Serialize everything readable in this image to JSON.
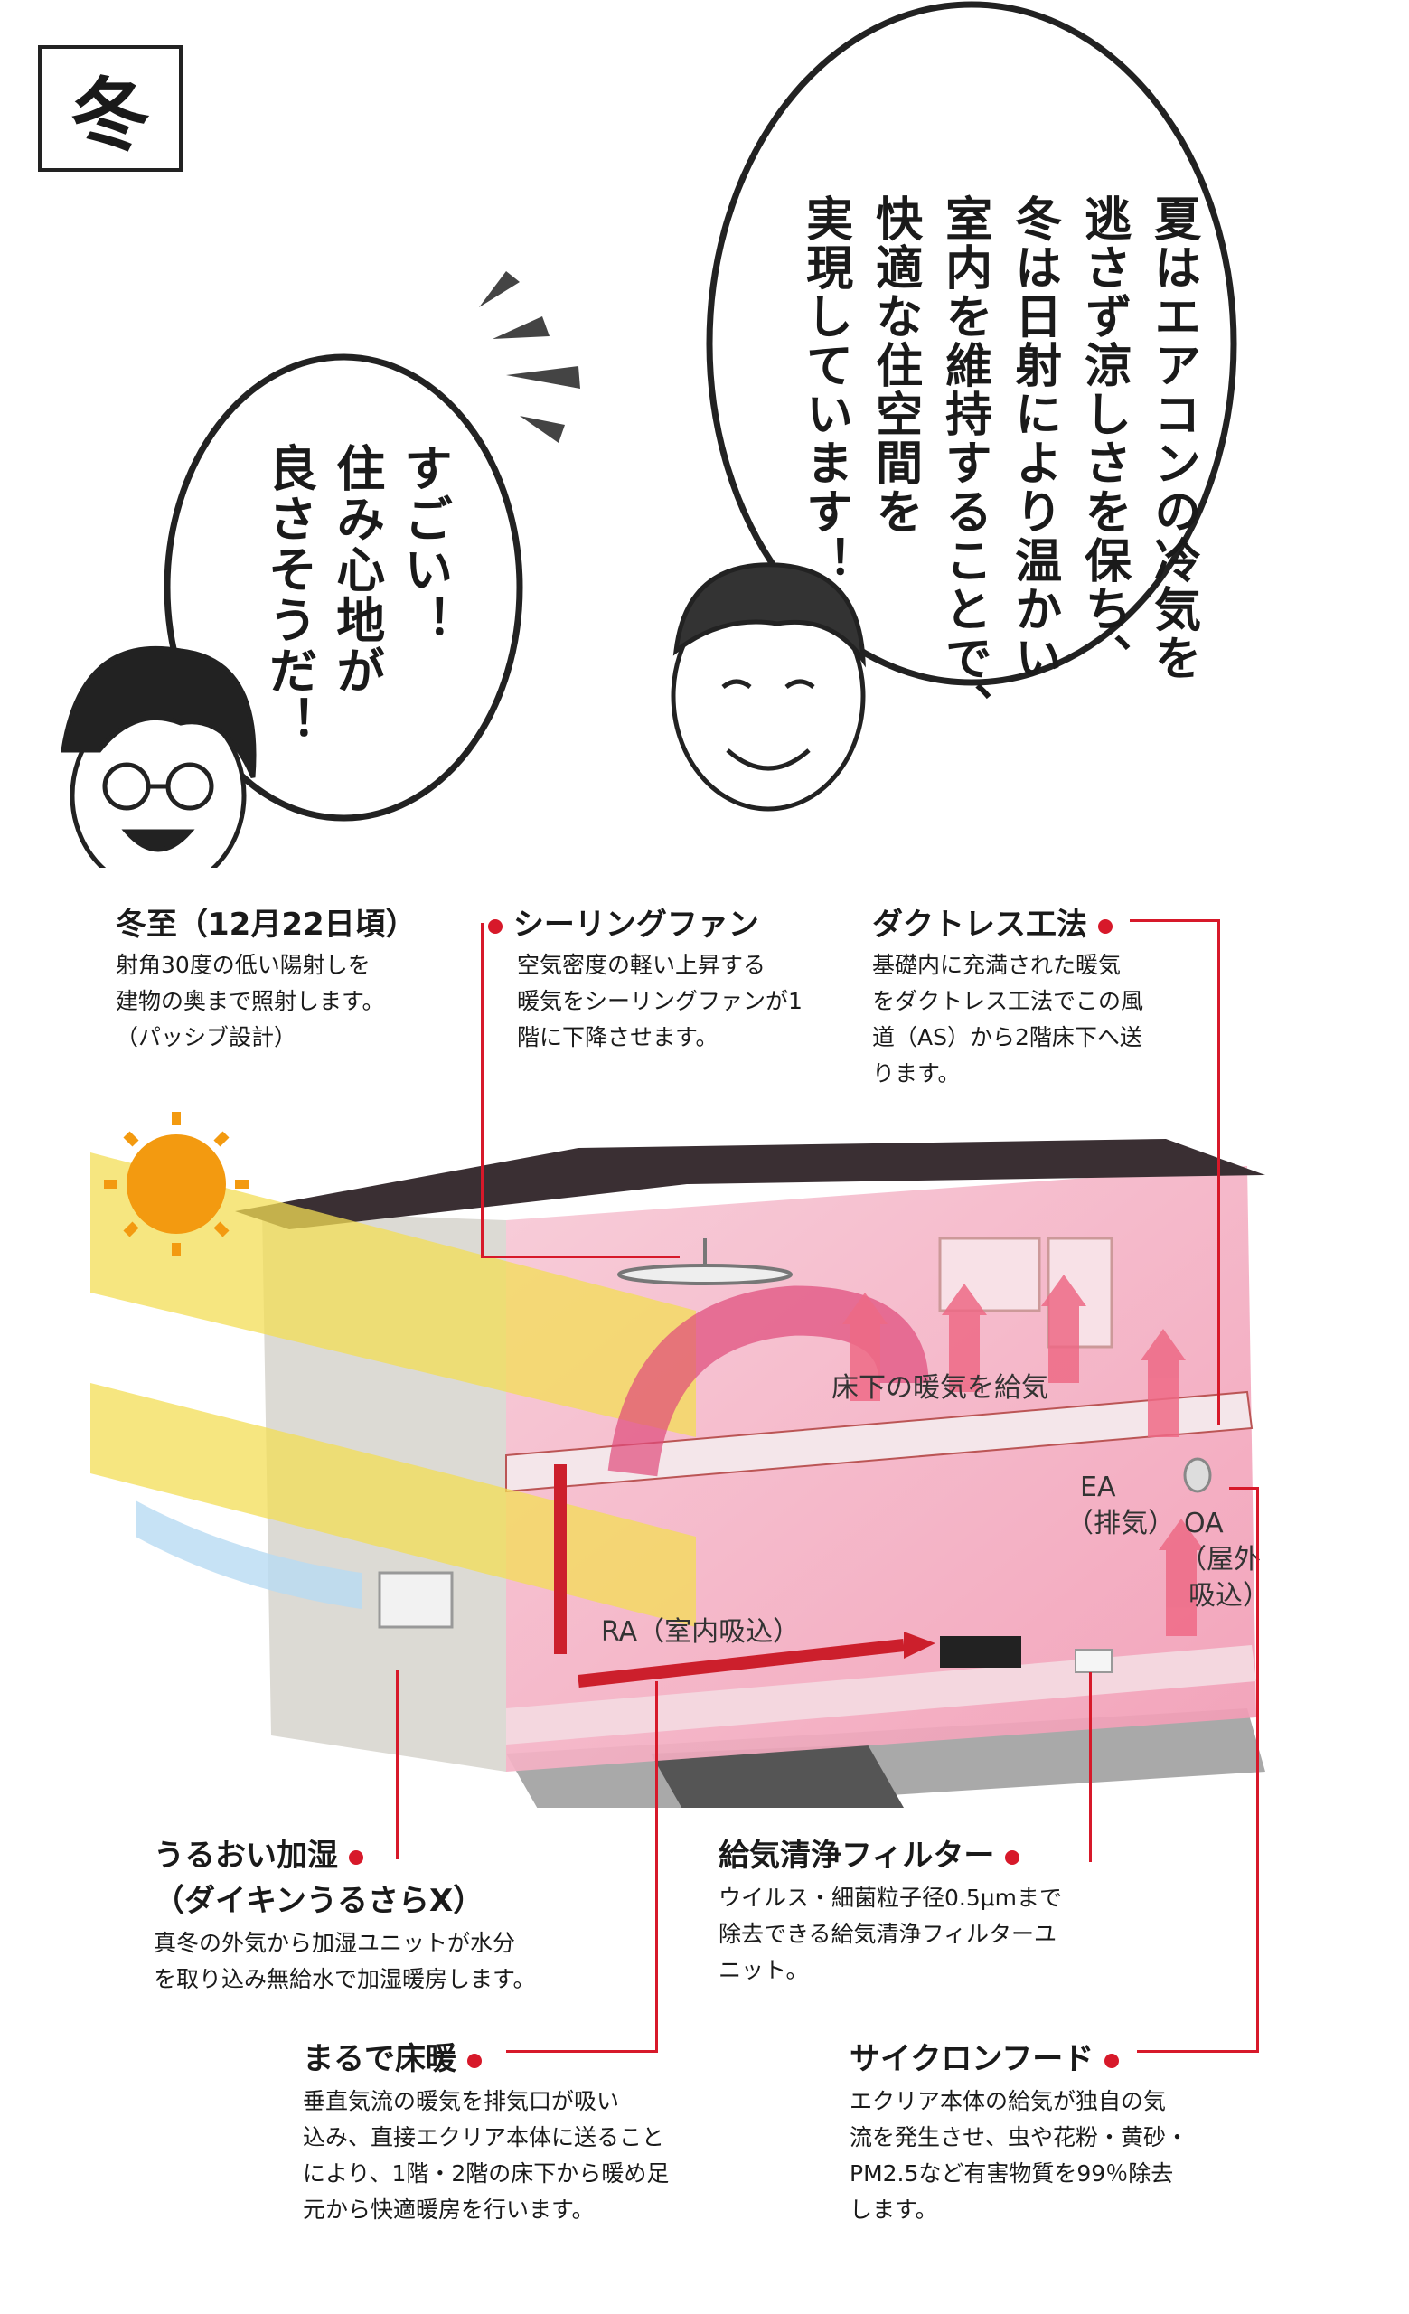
{
  "season": "冬",
  "speech": {
    "expert": [
      "夏はエアコンの冷気を",
      "逃さず涼しさを保ち、",
      "冬は日射により温かい",
      "室内を維持することで、",
      "快適な住空間を",
      "実現しています！"
    ],
    "young": [
      "すごい！",
      "住み心地が",
      "良さそうだ！"
    ]
  },
  "diagram": {
    "labels": {
      "underfloor": "床下の暖気を給気",
      "ea": "EA",
      "ea_sub": "（排気）",
      "oa": "OA",
      "oa_sub1": "（屋外",
      "oa_sub2": "吸込）",
      "ra": "RA（室内吸込）"
    }
  },
  "callouts": {
    "winter_solstice": {
      "title": "冬至（12月22日頃）",
      "lines": [
        "射角30度の低い陽射しを",
        "建物の奥まで照射します。",
        "（パッシブ設計）"
      ]
    },
    "ceiling_fan": {
      "title": "シーリングファン",
      "lines": [
        "空気密度の軽い上昇する",
        "暖気をシーリングファンが1",
        "階に下降させます。"
      ]
    },
    "ductless": {
      "title": "ダクトレス工法",
      "lines": [
        "基礎内に充満された暖気",
        "をダクトレス工法でこの風",
        "道（AS）から2階床下へ送",
        "ります。"
      ]
    },
    "humidify": {
      "title": "うるおい加湿",
      "title2": "（ダイキンうるさらX）",
      "lines": [
        "真冬の外気から加湿ユニットが水分",
        "を取り込み無給水で加湿暖房します。"
      ]
    },
    "filter": {
      "title": "給気清浄フィルター",
      "lines": [
        "ウイルス・細菌粒子径0.5μmまで",
        "除去できる給気清浄フィルターユ",
        "ニット。"
      ]
    },
    "floor_heat": {
      "title": "まるで床暖",
      "lines": [
        "垂直気流の暖気を排気口が吸い",
        "込み、直接エクリア本体に送ること",
        "により、1階・2階の床下から暖め足",
        "元から快適暖房を行います。"
      ]
    },
    "cyclone": {
      "title": "サイクロンフード",
      "lines": [
        "エクリア本体の給気が独自の気",
        "流を発生させ、虫や花粉・黄砂・",
        "PM2.5など有害物質を99％除去",
        "します。"
      ]
    }
  },
  "colors": {
    "accent": "#d7192a",
    "sun": "#f39a10",
    "sunbeam": "#f3dd55",
    "interior": "#f3b8c9"
  }
}
